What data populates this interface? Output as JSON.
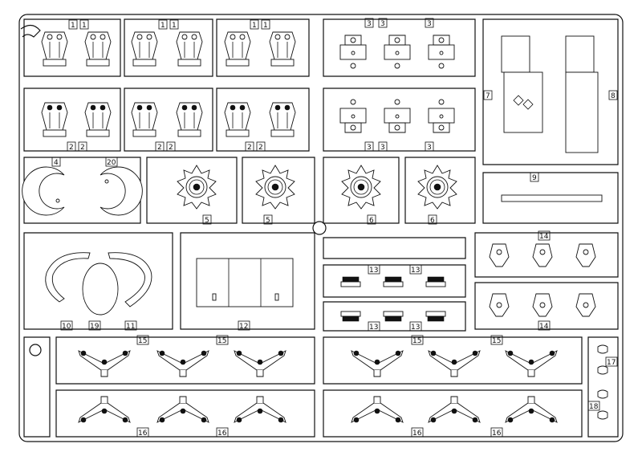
{
  "sheet": {
    "part_numbers": {
      "p1": "1",
      "p2": "2",
      "p3": "3",
      "p4": "4",
      "p5": "5",
      "p6": "6",
      "p7": "7",
      "p8": "8",
      "p9": "9",
      "p10": "10",
      "p11": "11",
      "p12": "12",
      "p13": "13",
      "p14": "14",
      "p15": "15",
      "p16": "16",
      "p17": "17",
      "p18": "18",
      "p19": "19",
      "p20": "20"
    }
  },
  "colors": {
    "line": "#111111",
    "background": "#ffffff"
  }
}
